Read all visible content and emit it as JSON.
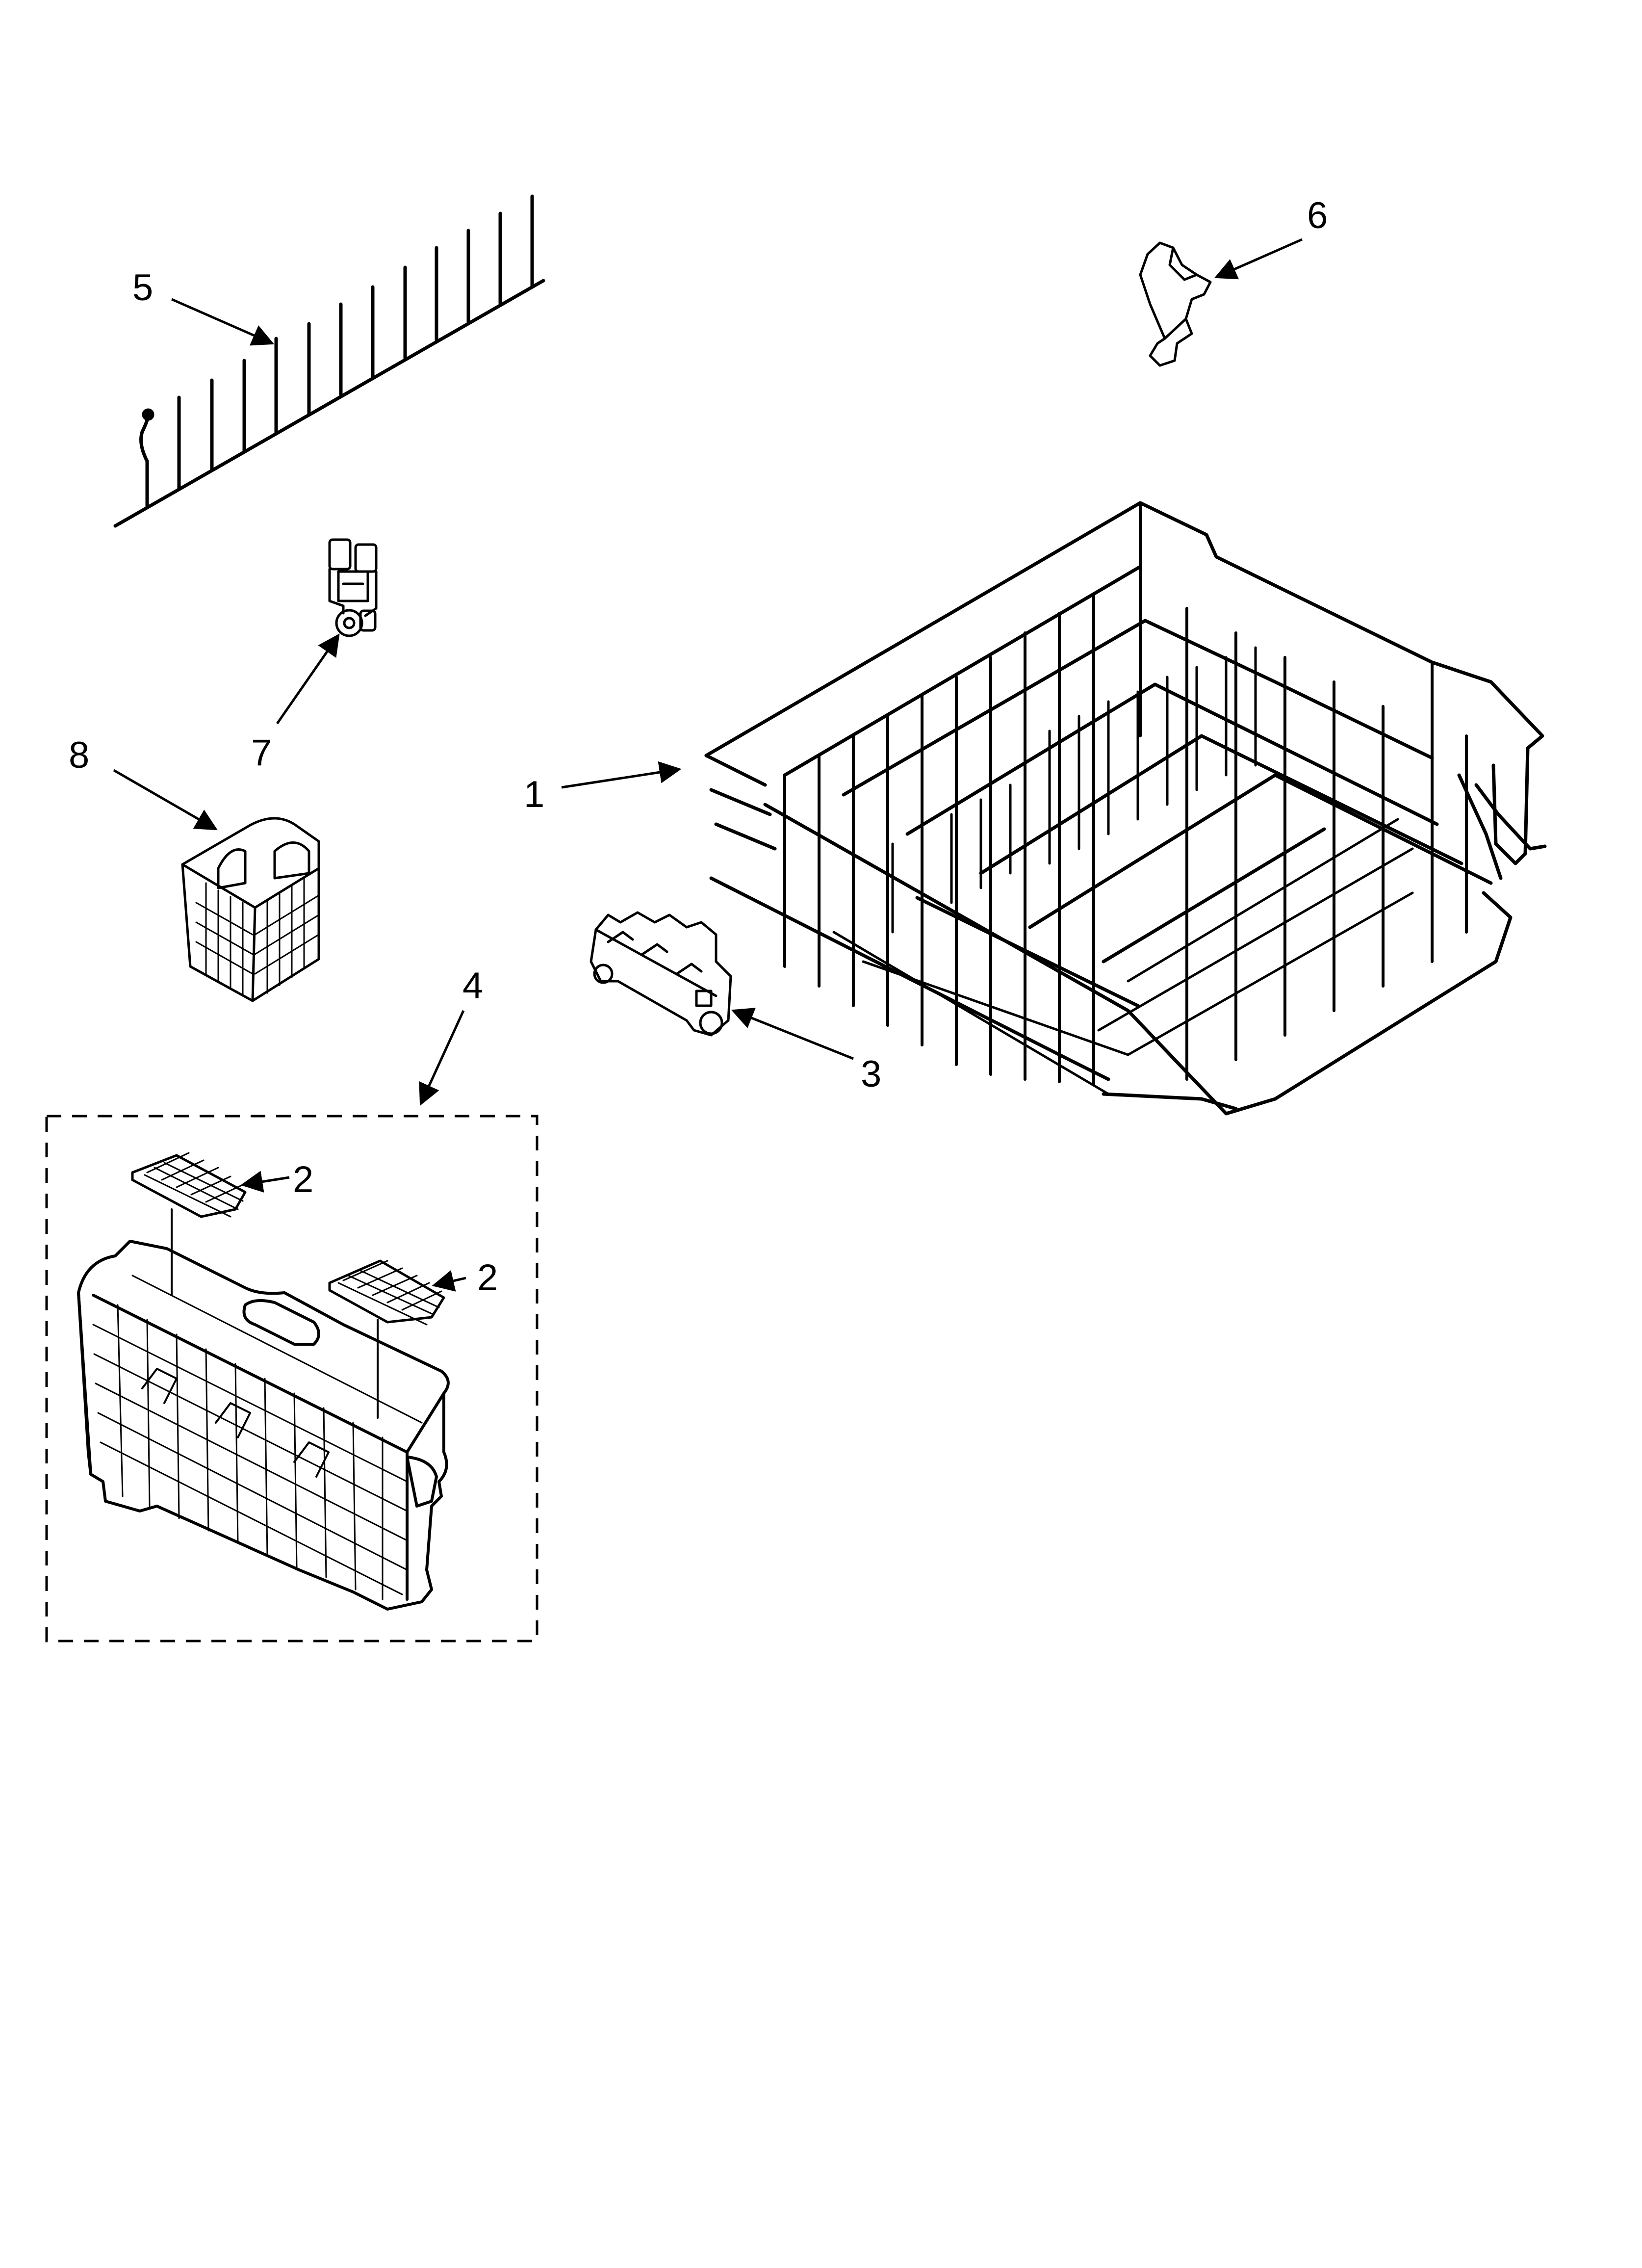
{
  "diagram": {
    "callouts": [
      {
        "id": "1",
        "label": "1"
      },
      {
        "id": "2a",
        "label": "2"
      },
      {
        "id": "2b",
        "label": "2"
      },
      {
        "id": "3",
        "label": "3"
      },
      {
        "id": "4",
        "label": "4"
      },
      {
        "id": "5",
        "label": "5"
      },
      {
        "id": "6",
        "label": "6"
      },
      {
        "id": "7",
        "label": "7"
      },
      {
        "id": "8",
        "label": "8"
      }
    ],
    "parts": [
      {
        "callout": "1",
        "icon": "dishrack-icon"
      },
      {
        "callout": "2",
        "icon": "basket-cover-icon"
      },
      {
        "callout": "3",
        "icon": "wheel-bracket-icon"
      },
      {
        "callout": "4",
        "icon": "silverware-basket-icon"
      },
      {
        "callout": "5",
        "icon": "tine-row-icon"
      },
      {
        "callout": "6",
        "icon": "clip-icon"
      },
      {
        "callout": "7",
        "icon": "roller-icon"
      },
      {
        "callout": "8",
        "icon": "small-basket-icon"
      }
    ],
    "line_color": "#000000",
    "background_color": "#ffffff"
  }
}
